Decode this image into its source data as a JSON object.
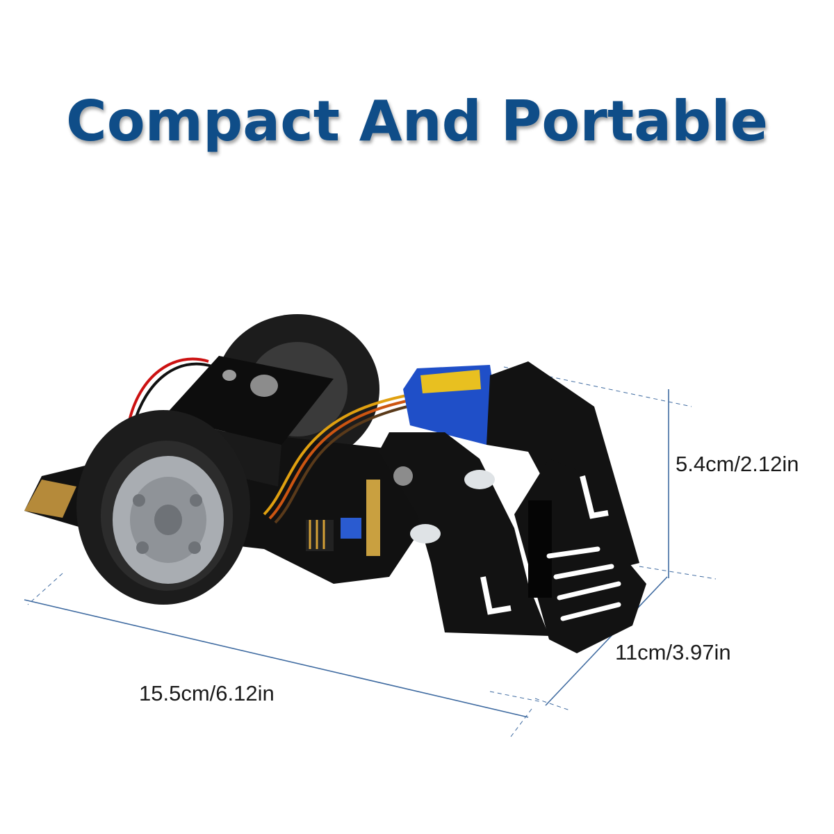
{
  "headline": "Compact And Portable",
  "dimensions": {
    "height": "5.4cm/2.12in",
    "width": "11cm/3.97in",
    "length": "15.5cm/6.12in"
  },
  "colors": {
    "headline": "#0f4d88",
    "dimension_line": "#3e6aa0",
    "chassis": "#121212",
    "servo": "#1f4fc8",
    "tire": "#1c1c1c",
    "hub": "#a9adb2",
    "brass": "#c9a040"
  }
}
